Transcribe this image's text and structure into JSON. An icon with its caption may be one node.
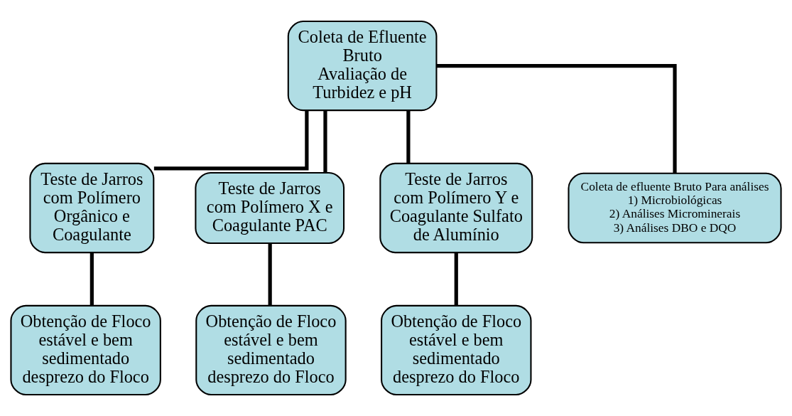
{
  "diagram": {
    "nodes": [
      {
        "text": [
          "Coleta de Efluente Bruto",
          "Avaliação de Turbidez e pH"
        ]
      },
      {
        "text": [
          "Teste de Jarros com Polímero Orgânico e Coagulante"
        ]
      },
      {
        "text": [
          "Teste de Jarros com Polímero X e Coagulante PAC"
        ]
      },
      {
        "text": [
          "Teste de Jarros com Polímero Y e Coagulante Sulfato de Alumínio"
        ]
      },
      {
        "text": [
          "Coleta de efluente Bruto Para análises",
          "1) Microbiológicas",
          "2) Análises Microminerais",
          "3) Análises DBO e DQO"
        ]
      },
      {
        "text": [
          "Obtenção de Floco estável e bem sedimentado desprezo do Floco"
        ]
      },
      {
        "text": [
          "Obtenção de Floco estável e bem sedimentado desprezo do Floco"
        ]
      },
      {
        "text": [
          "Obtenção de Floco estável e bem sedimentado desprezo do Floco"
        ]
      }
    ],
    "edges": [
      {
        "from": 0,
        "to": 1,
        "arrow": "none"
      },
      {
        "from": 0,
        "to": 2,
        "arrow": "none"
      },
      {
        "from": 0,
        "to": 3,
        "arrow": "none"
      },
      {
        "from": 0,
        "to": 4,
        "arrow": "none"
      },
      {
        "from": 1,
        "to": 5,
        "arrow": "none"
      },
      {
        "from": 2,
        "to": 6,
        "arrow": "none"
      },
      {
        "from": 3,
        "to": 7,
        "arrow": "none"
      }
    ]
  }
}
